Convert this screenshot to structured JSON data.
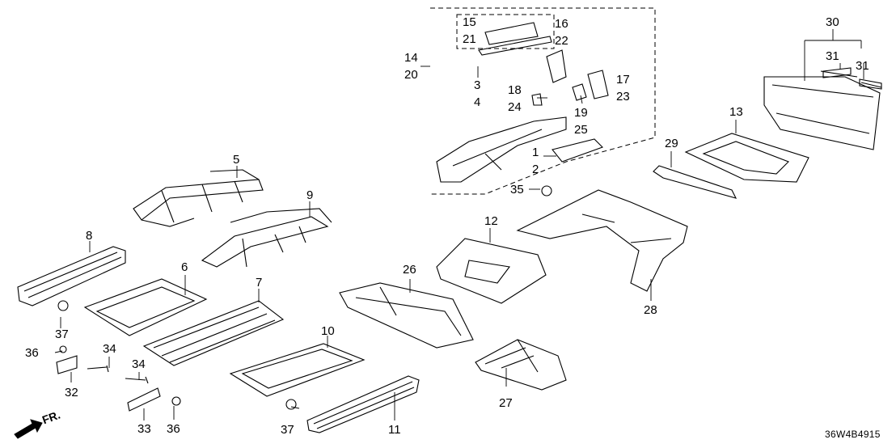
{
  "diagram": {
    "code": "36W4B4915",
    "direction_label": "FR.",
    "callouts": {
      "c1": "1",
      "c2": "2",
      "c3": "3",
      "c4": "4",
      "c5": "5",
      "c6": "6",
      "c7": "7",
      "c8": "8",
      "c9": "9",
      "c10": "10",
      "c11": "11",
      "c12": "12",
      "c13": "13",
      "c14": "14",
      "c15": "15",
      "c16": "16",
      "c17": "17",
      "c18": "18",
      "c19": "19",
      "c20": "20",
      "c21": "21",
      "c22": "22",
      "c23": "23",
      "c24": "24",
      "c25": "25",
      "c26": "26",
      "c27": "27",
      "c28": "28",
      "c29": "29",
      "c30": "30",
      "c31a": "31",
      "c31b": "31",
      "c32": "32",
      "c33": "33",
      "c34a": "34",
      "c34b": "34",
      "c35": "35",
      "c36a": "36",
      "c36b": "36",
      "c37a": "37",
      "c37b": "37"
    }
  }
}
